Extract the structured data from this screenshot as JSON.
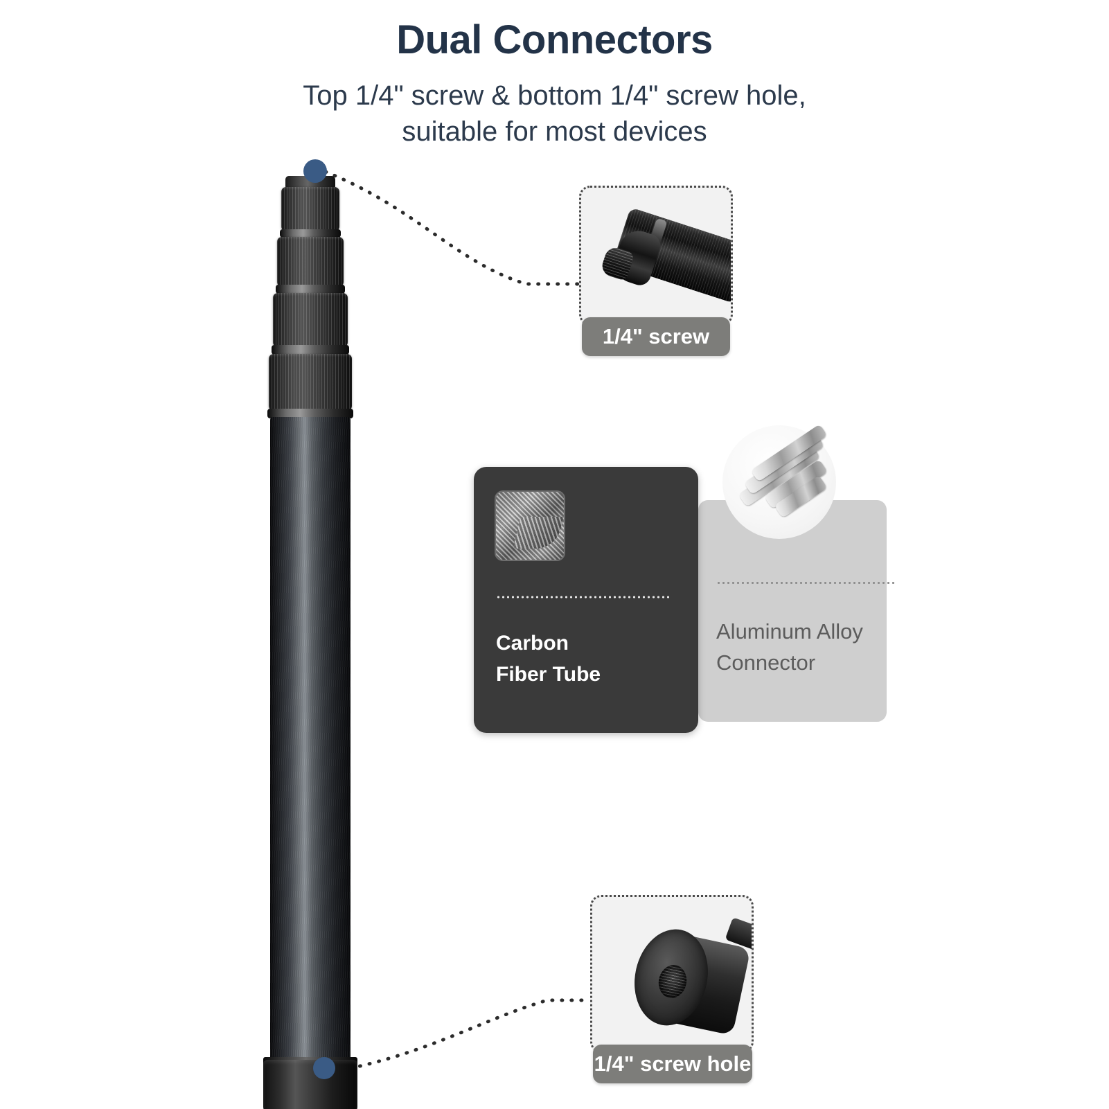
{
  "header": {
    "title": "Dual Connectors",
    "subtitle_line1": "Top 1/4\" screw & bottom 1/4\" screw hole,",
    "subtitle_line2": "suitable for most devices",
    "title_color": "#233348",
    "subtitle_color": "#2c3a4c"
  },
  "product": {
    "name": "carbon-fiber-monopod",
    "lock_sections": 4,
    "marker_color": "#3a5b85",
    "tube_material": "carbon fiber"
  },
  "callouts": [
    {
      "id": "top-screw",
      "label": "1/4\" screw",
      "photo_alt": "knurled aluminum alloy connector with 1/4 inch threaded screw stud",
      "label_bg": "#7d7d7a",
      "frame_bg": "#f2f2f2"
    },
    {
      "id": "bottom-screw-hole",
      "label": "1/4\" screw hole",
      "photo_alt": "black cylindrical end cap with 1/4 inch threaded screw hole",
      "label_bg": "#7d7d7a",
      "frame_bg": "#f2f2f2"
    }
  ],
  "material_cards": [
    {
      "id": "carbon",
      "line1": "Carbon",
      "line2": "Fiber Tube",
      "icon": "carbon-fiber-weave-icon",
      "bg": "#3a3a3a",
      "text_color": "#ffffff"
    },
    {
      "id": "aluminum",
      "line1": "Aluminum Alloy",
      "line2": "Connector",
      "icon": "aluminum-rods-icon",
      "bg": "#cfcfcf",
      "text_color": "#5c5c5c"
    }
  ]
}
